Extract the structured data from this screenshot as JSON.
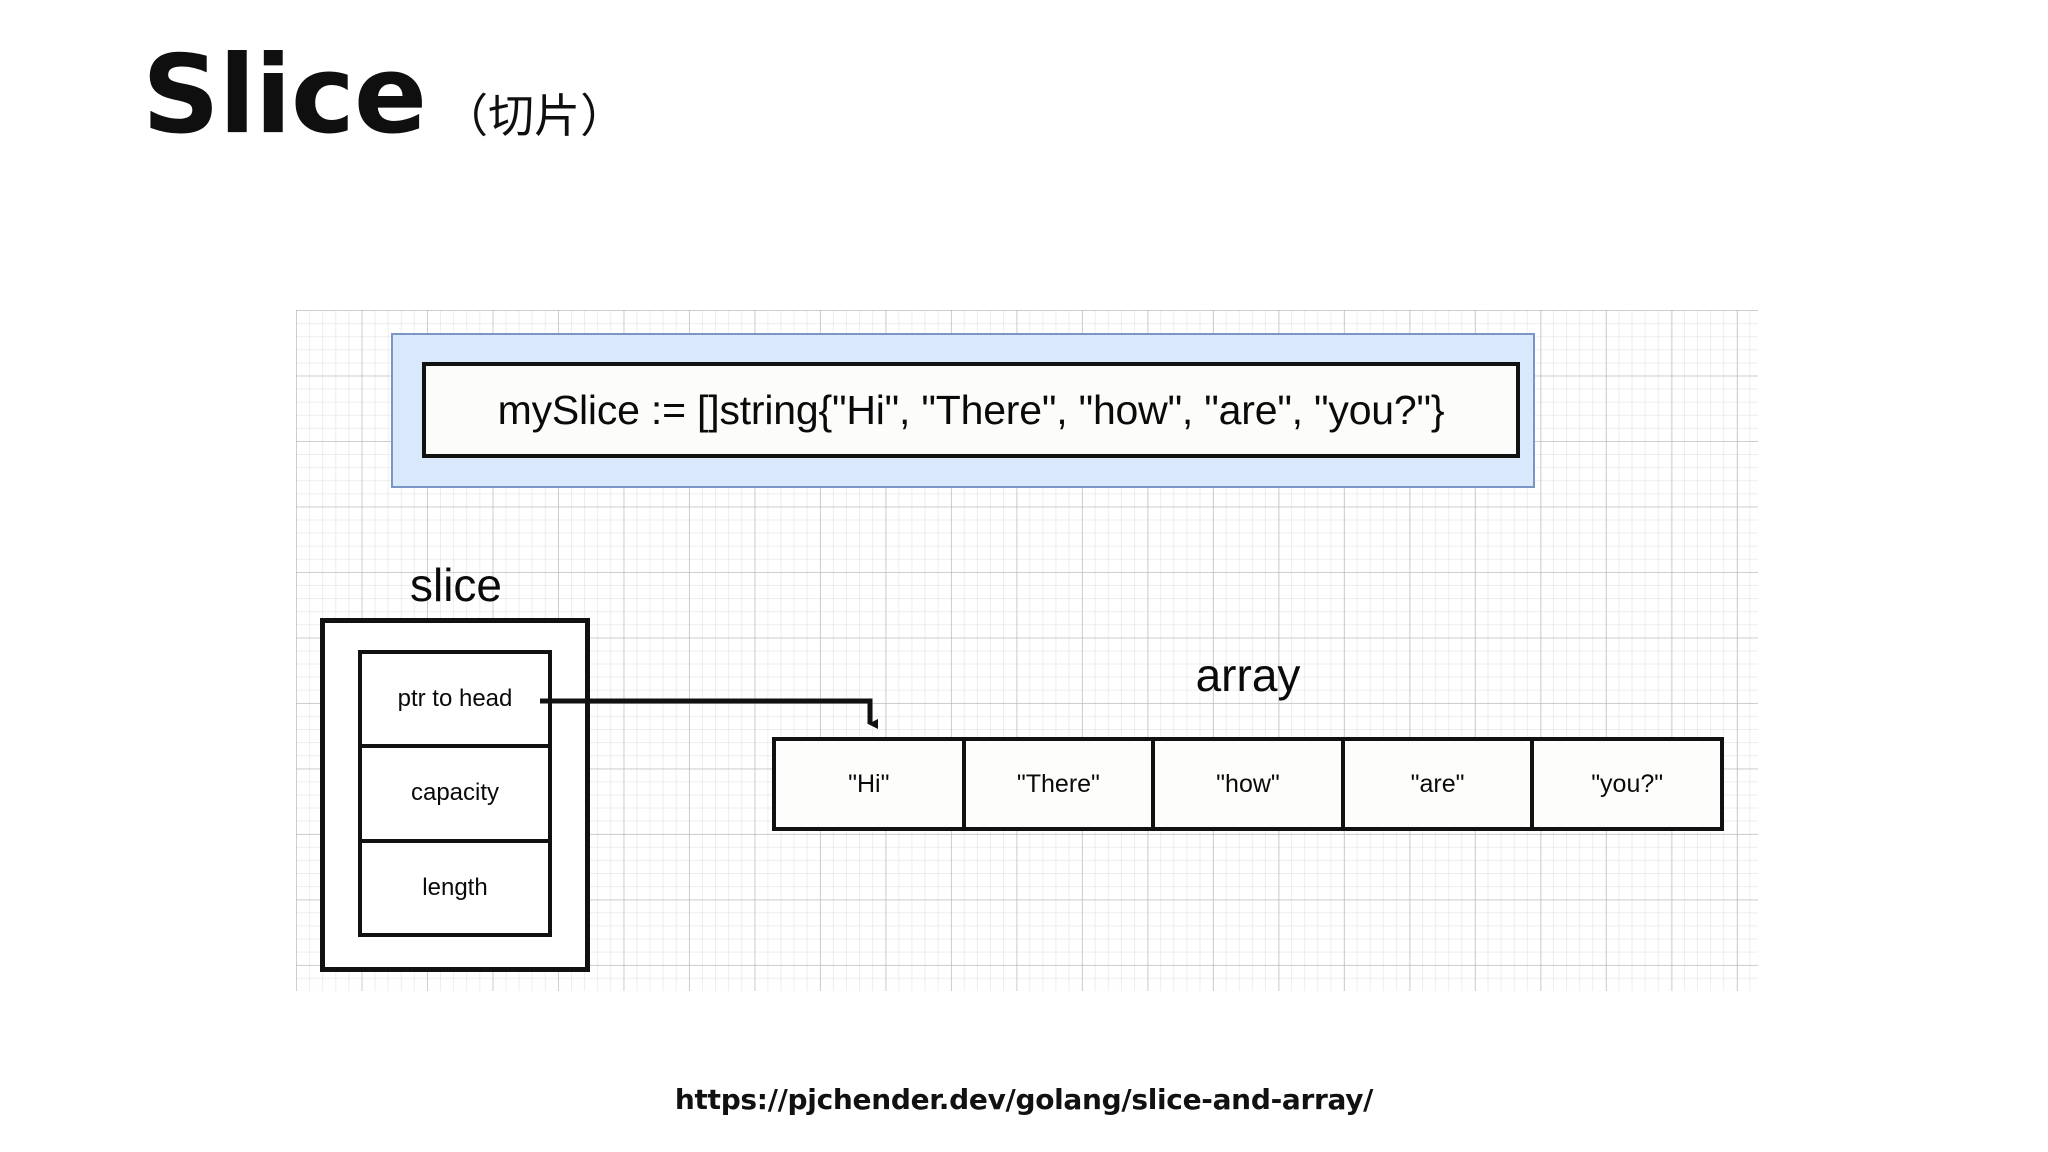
{
  "slide": {
    "title_main": "Slice",
    "title_sub": "（切片）",
    "background_color": "#ffffff"
  },
  "code_block": {
    "code": "mySlice := []string{\"Hi\", \"There\", \"how\", \"are\", \"you?\"}",
    "highlight_fill": "#dae8fc",
    "highlight_border": "#7b96c4",
    "inner_fill": "#fcfcfa",
    "inner_border": "#121212"
  },
  "diagram": {
    "slice": {
      "label": "slice",
      "fields": [
        {
          "name": "ptr to head"
        },
        {
          "name": "capacity"
        },
        {
          "name": "length"
        }
      ]
    },
    "array": {
      "label": "array",
      "cells": [
        {
          "value": "\"Hi\""
        },
        {
          "value": "\"There\""
        },
        {
          "value": "\"how\""
        },
        {
          "value": "\"are\""
        },
        {
          "value": "\"you?\""
        }
      ]
    },
    "connector": {
      "from": "ptr to head",
      "to": "array cell 0",
      "stroke_color": "#111111"
    }
  },
  "footer": {
    "url": "https://pjchender.dev/golang/slice-and-array/"
  }
}
